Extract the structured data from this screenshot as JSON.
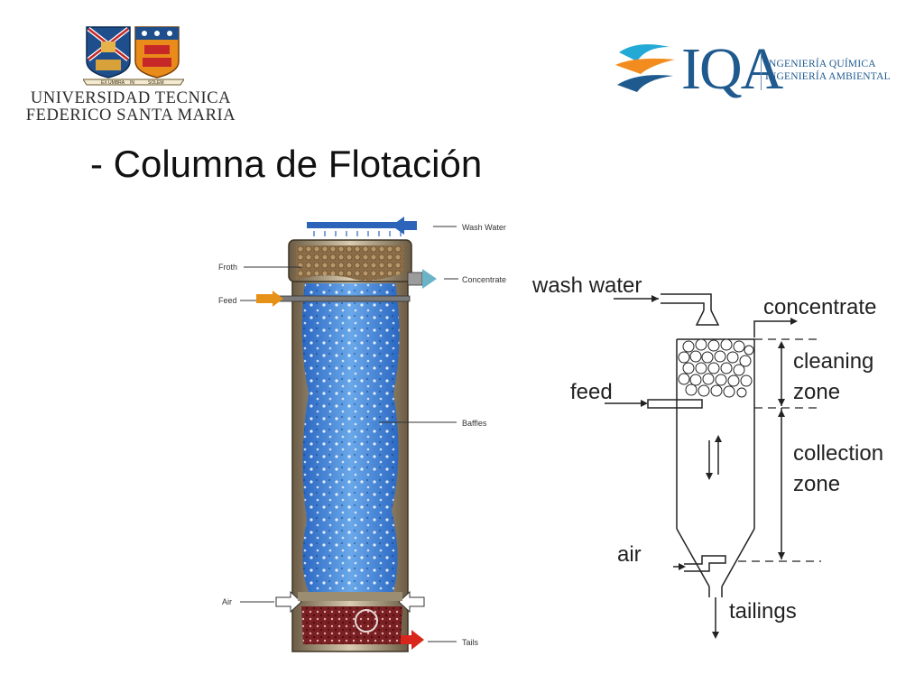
{
  "header": {
    "usm": {
      "name_line1": "UNIVERSIDAD TECNICA",
      "name_line2": "FEDERICO SANTA MARIA",
      "ribbon_left": "EX UMBRA",
      "ribbon_mid": "IN",
      "ribbon_right": "SOLEM"
    },
    "iqa": {
      "brand": "IQA",
      "line1": "INGENIERÍA QUÍMICA",
      "line2": "INGENIERÍA AMBIENTAL"
    }
  },
  "slide": {
    "title": "- Columna de Flotación"
  },
  "photo_labels": {
    "wash_water": "Wash Water",
    "froth": "Froth",
    "concentrate": "Concentrate",
    "feed": "Feed",
    "baffles": "Baffles",
    "air": "Air",
    "tails": "Tails"
  },
  "schematic_labels": {
    "wash_water": "wash water",
    "concentrate": "concentrate",
    "cleaning1": "cleaning",
    "cleaning2": "zone",
    "feed": "feed",
    "collection1": "collection",
    "collection2": "zone",
    "air": "air",
    "tailings": "tailings"
  },
  "colors": {
    "usm_blue": "#1f4e8c",
    "usm_orange": "#e98b1a",
    "iqa_blue": "#1f5a8f",
    "iqa_orange": "#f28c1e",
    "iqa_cyan": "#22a9d6",
    "column_blue": "#3f7fd0"
  },
  "icons": [
    "usm-crest-icon",
    "iqa-swoosh-icon"
  ]
}
